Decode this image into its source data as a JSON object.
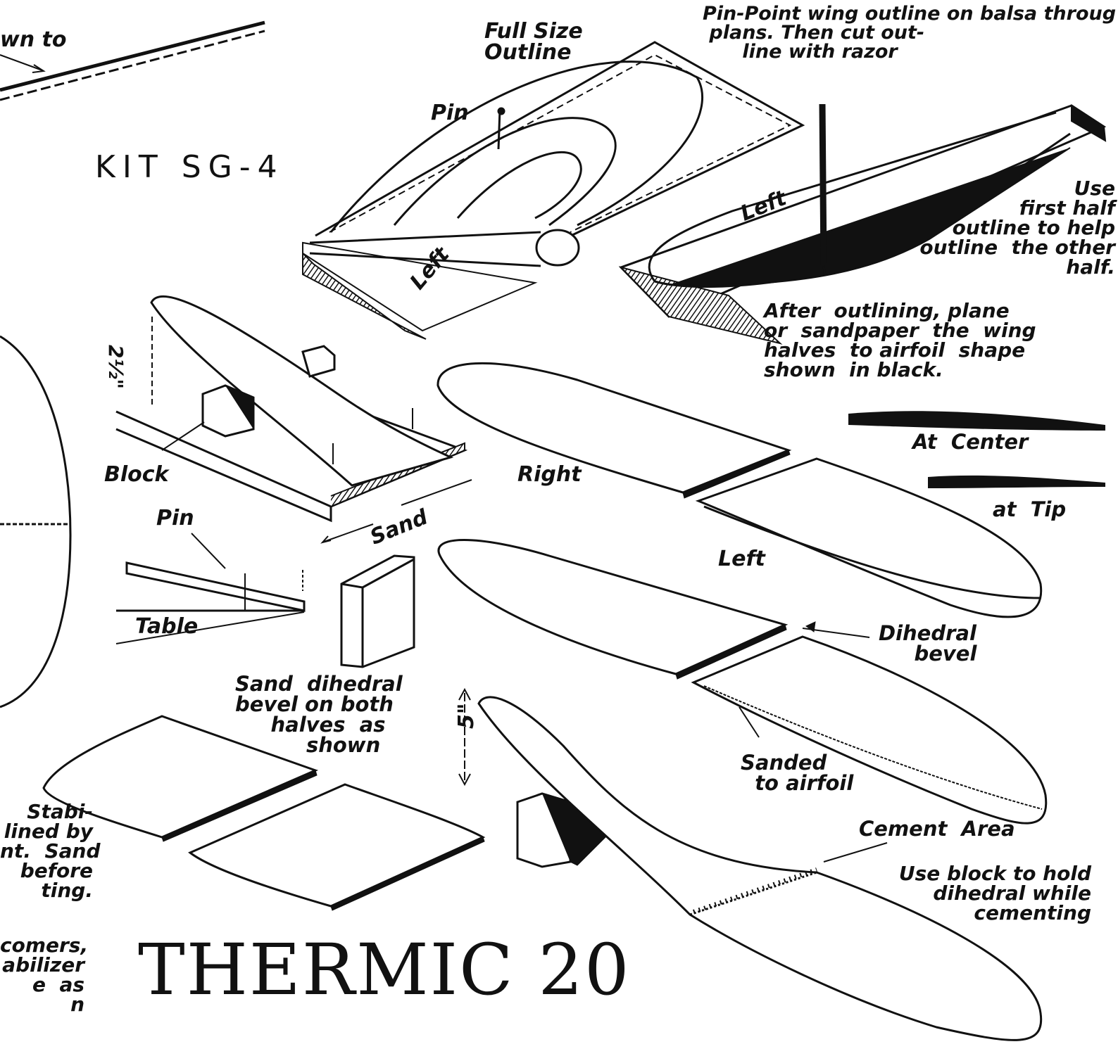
{
  "palette": {
    "ink": "#111111",
    "paper": "#ffffff",
    "shade": "#333333"
  },
  "title": {
    "kit": "KIT SG-4",
    "name": "THERMIC 20"
  },
  "top_left": {
    "fragment": "wn to"
  },
  "outline_step": {
    "full_size": "Full Size\nOutline",
    "pin": "Pin",
    "pin_point": "Pin-Point wing outline on balsa throug\n plans. Then cut out-\n      line with razor",
    "left_a": "Left",
    "left_b": "Left",
    "use_first": "Use\nfirst half\noutline to help\noutline  the other\nhalf.",
    "after": "After  outlining, plane\nor  sandpaper  the  wing\nhalves  to airfoil  shape\nshown  in black."
  },
  "airfoil_sections": {
    "center": "At  Center",
    "tip": "at  Tip"
  },
  "sanding_step": {
    "dimension": "2½\"",
    "block": "Block",
    "sand": "Sand",
    "pin": "Pin",
    "table": "Table",
    "sand_bevel": "Sand  dihedral\nbevel on both\n     halves  as\n          shown"
  },
  "wing_halves": {
    "right": "Right",
    "left": "Left",
    "dihedral_bevel": "Dihedral\n     bevel",
    "sanded": "Sanded\n  to airfoil"
  },
  "assembly": {
    "dimension": "5\"",
    "cement_area": "Cement  Area",
    "use_block": "Use block to hold\ndihedral while\ncementing"
  },
  "stabilizer_note": {
    "text": "Stabi-\nlined by\nnt.  Sand\n  before\nting."
  },
  "beginner_note": {
    "text": "comers,\nabilizer\ne  as\nn"
  }
}
